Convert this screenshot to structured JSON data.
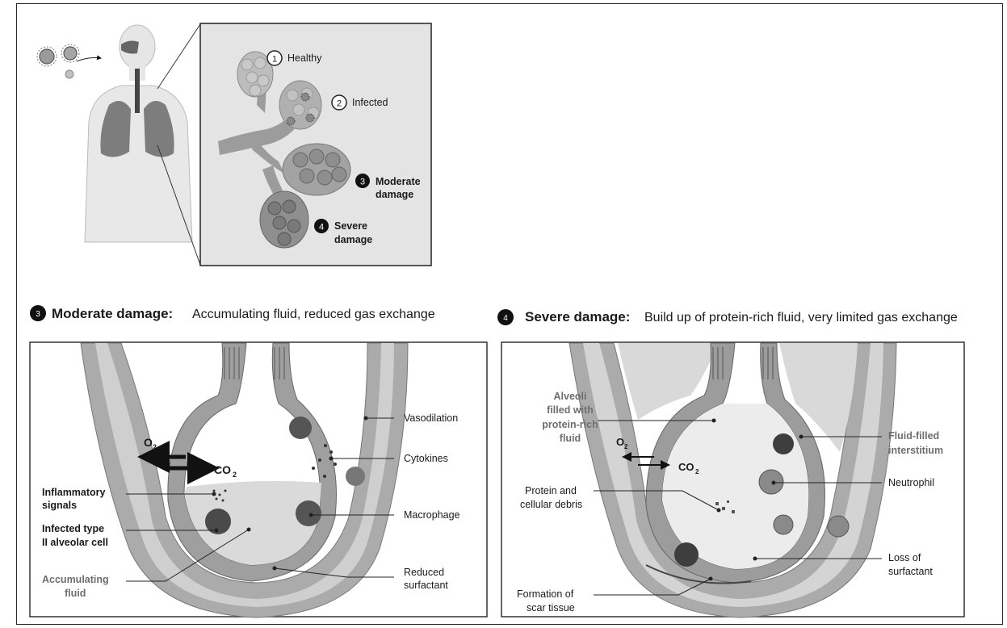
{
  "overview": {
    "stages": [
      {
        "num": "1",
        "label": "Healthy"
      },
      {
        "num": "2",
        "label": "Infected"
      },
      {
        "num": "3",
        "label_line1": "Moderate",
        "label_line2": "damage"
      },
      {
        "num": "4",
        "label_line1": "Severe",
        "label_line2": "damage"
      }
    ]
  },
  "moderate": {
    "num": "3",
    "title": "Moderate damage:",
    "subtitle": "Accumulating fluid, reduced gas exchange",
    "o2": "O",
    "o2_sub": "2",
    "co2": "CO",
    "co2_sub": "2",
    "labels": {
      "vasodilation": "Vasodilation",
      "cytokines": "Cytokines",
      "macrophage": "Macrophage",
      "reduced_1": "Reduced",
      "reduced_2": "surfactant",
      "inflam_1": "Inflammatory",
      "inflam_2": "signals",
      "infected_1": "Infected type",
      "infected_2": "II alveolar cell",
      "accum_1": "Accumulating",
      "accum_2": "fluid"
    }
  },
  "severe": {
    "num": "4",
    "title": "Severe damage:",
    "subtitle": "Build up of protein-rich fluid, very limited gas exchange",
    "o2": "O",
    "o2_sub": "2",
    "co2": "CO",
    "co2_sub": "2",
    "labels": {
      "alveoli_1": "Alveoli",
      "alveoli_2": "filled with",
      "alveoli_3": "protein-rich",
      "alveoli_4": "fluid",
      "fluid_1": "Fluid-filled",
      "fluid_2": "interstitium",
      "neutrophil": "Neutrophil",
      "protein_1": "Protein and",
      "protein_2": "cellular debris",
      "loss_1": "Loss of",
      "loss_2": "surfactant",
      "scar_1": "Formation of",
      "scar_2": "scar tissue"
    }
  }
}
